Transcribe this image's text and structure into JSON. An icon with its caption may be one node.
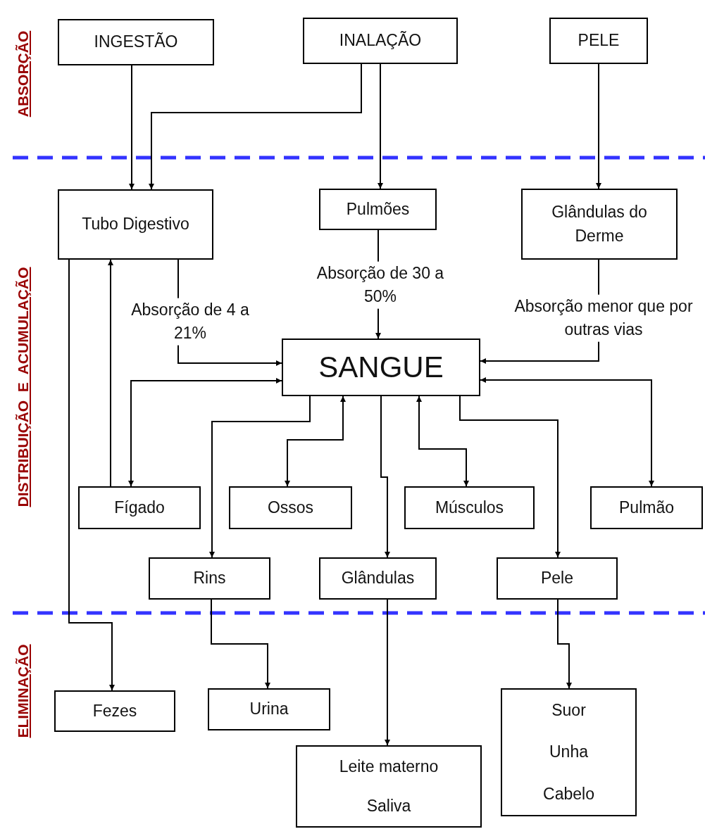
{
  "diagram": {
    "nodes": [
      {
        "text": [
          "INGESTÃO"
        ]
      },
      {
        "text": [
          "INALAÇÃO"
        ]
      },
      {
        "text": [
          "PELE"
        ]
      },
      {
        "text": [
          "Tubo Digestivo"
        ]
      },
      {
        "text": [
          "Pulmões"
        ]
      },
      {
        "text": [
          "Glândulas do Derme"
        ]
      },
      {
        "text": [
          "SANGUE"
        ]
      },
      {
        "text": [
          "Fígado"
        ]
      },
      {
        "text": [
          "Ossos"
        ]
      },
      {
        "text": [
          "Músculos"
        ]
      },
      {
        "text": [
          "Pulmão"
        ]
      },
      {
        "text": [
          "Rins"
        ]
      },
      {
        "text": [
          "Glândulas"
        ]
      },
      {
        "text": [
          "Pele"
        ]
      },
      {
        "text": [
          "Fezes"
        ]
      },
      {
        "text": [
          "Urina"
        ]
      },
      {
        "text": [
          "Leite materno",
          "Saliva"
        ]
      },
      {
        "text": [
          "Suor",
          "Unha",
          "Cabelo"
        ]
      }
    ],
    "edges": [
      {
        "from": 0,
        "to": 3,
        "arrow": "to"
      },
      {
        "from": 1,
        "to": 3,
        "arrow": "to"
      },
      {
        "from": 1,
        "to": 4,
        "arrow": "to"
      },
      {
        "from": 2,
        "to": 5,
        "arrow": "to"
      },
      {
        "from": 3,
        "to": 6,
        "arrow": "to",
        "label": "Absorção de 4 a 21%"
      },
      {
        "from": 4,
        "to": 6,
        "arrow": "to",
        "label": "Absorção de 30 a 50%"
      },
      {
        "from": 5,
        "to": 6,
        "arrow": "to",
        "label": "Absorção menor que por outras vias"
      },
      {
        "from": 7,
        "to": 3,
        "arrow": "to"
      },
      {
        "from": 6,
        "to": 7,
        "arrow": "both"
      },
      {
        "from": 6,
        "to": 8,
        "arrow": "both"
      },
      {
        "from": 6,
        "to": 9,
        "arrow": "both"
      },
      {
        "from": 6,
        "to": 10,
        "arrow": "both"
      },
      {
        "from": 6,
        "to": 11,
        "arrow": "to"
      },
      {
        "from": 6,
        "to": 12,
        "arrow": "to"
      },
      {
        "from": 6,
        "to": 13,
        "arrow": "to"
      },
      {
        "from": 3,
        "to": 14,
        "arrow": "to"
      },
      {
        "from": 11,
        "to": 15,
        "arrow": "to"
      },
      {
        "from": 12,
        "to": 16,
        "arrow": "to"
      },
      {
        "from": 13,
        "to": 17,
        "arrow": "to"
      }
    ],
    "labels": [
      "ABSORÇÃO",
      "DISTRIBUIÇÃO  E  ACUMULAÇÃO",
      "ELIMINAÇÃO"
    ]
  }
}
